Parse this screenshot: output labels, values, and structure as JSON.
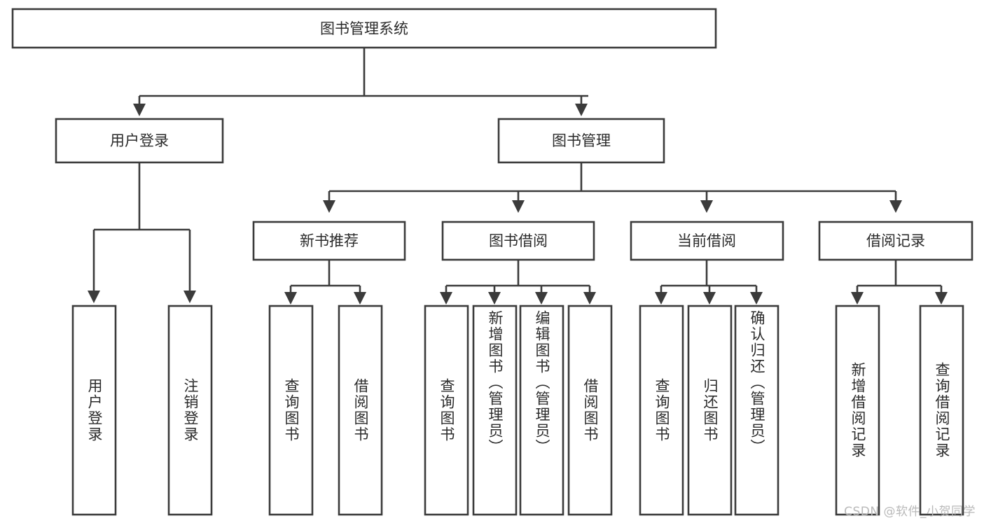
{
  "diagram": {
    "type": "tree-hierarchy",
    "title": "图书管理系统",
    "root": {
      "id": "root",
      "label": "图书管理系统",
      "orientation": "horizontal"
    },
    "level2": [
      {
        "id": "user-login",
        "label": "用户登录",
        "orientation": "horizontal"
      },
      {
        "id": "book-management",
        "label": "图书管理",
        "orientation": "horizontal"
      }
    ],
    "level3": [
      {
        "id": "new-book-recommend",
        "label": "新书推荐",
        "orientation": "horizontal",
        "parent": "book-management"
      },
      {
        "id": "book-borrow",
        "label": "图书借阅",
        "orientation": "horizontal",
        "parent": "book-management"
      },
      {
        "id": "current-borrow",
        "label": "当前借阅",
        "orientation": "horizontal",
        "parent": "book-management"
      },
      {
        "id": "borrow-record",
        "label": "借阅记录",
        "orientation": "horizontal",
        "parent": "book-management"
      }
    ],
    "leaves": [
      {
        "id": "leaf-user-login",
        "label": "用户登录",
        "parent": "user-login",
        "orientation": "vertical"
      },
      {
        "id": "leaf-logout-login",
        "label": "注销登录",
        "parent": "user-login",
        "orientation": "vertical"
      },
      {
        "id": "leaf-query-book-1",
        "label": "查询图书",
        "parent": "new-book-recommend",
        "orientation": "vertical"
      },
      {
        "id": "leaf-borrow-book-1",
        "label": "借阅图书",
        "parent": "new-book-recommend",
        "orientation": "vertical"
      },
      {
        "id": "leaf-query-book-2",
        "label": "查询图书",
        "parent": "book-borrow",
        "orientation": "vertical"
      },
      {
        "id": "leaf-add-book",
        "label": "新增图书（管理员）",
        "parent": "book-borrow",
        "orientation": "vertical"
      },
      {
        "id": "leaf-edit-book",
        "label": "编辑图书（管理员）",
        "parent": "book-borrow",
        "orientation": "vertical"
      },
      {
        "id": "leaf-borrow-book-2",
        "label": "借阅图书",
        "parent": "book-borrow",
        "orientation": "vertical"
      },
      {
        "id": "leaf-query-book-3",
        "label": "查询图书",
        "parent": "current-borrow",
        "orientation": "vertical"
      },
      {
        "id": "leaf-return-book",
        "label": "归还图书",
        "parent": "current-borrow",
        "orientation": "vertical"
      },
      {
        "id": "leaf-confirm-return",
        "label": "确认归还（管理员）",
        "parent": "current-borrow",
        "orientation": "vertical"
      },
      {
        "id": "leaf-add-record",
        "label": "新增借阅记录",
        "parent": "borrow-record",
        "orientation": "vertical"
      },
      {
        "id": "leaf-query-record",
        "label": "查询借阅记录",
        "parent": "borrow-record",
        "orientation": "vertical"
      }
    ],
    "colors": {
      "stroke": "#3b3b3b",
      "box_fill": "#ffffff",
      "text": "#2b2b2b",
      "background": "#ffffff",
      "watermark": "#b9b9b9"
    }
  },
  "watermark": {
    "text": "CSDN @软件_小贺同学"
  }
}
